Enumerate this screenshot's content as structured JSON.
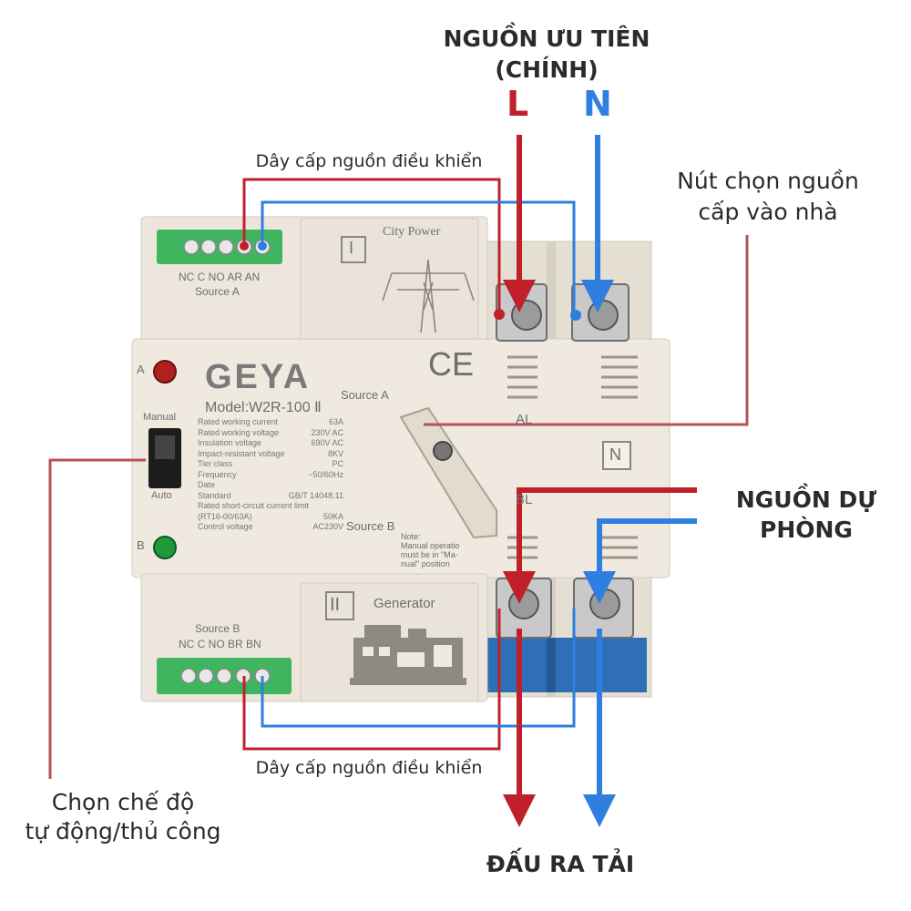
{
  "labels": {
    "priority_source_1": "NGUỒN ƯU TIÊN",
    "priority_source_2": "(CHÍNH)",
    "L": "L",
    "N": "N",
    "control_wire_top": "Dây cấp nguồn điều khiển",
    "control_wire_bottom": "Dây cấp nguồn điều khiển",
    "selector_1": "Nút chọn nguồn",
    "selector_2": "cấp vào nhà",
    "backup_1": "NGUỒN DỰ",
    "backup_2": "PHÒNG",
    "mode_1": "Chọn chế độ",
    "mode_2": "tự động/thủ công",
    "load_output": "ĐẤU RA TẢI"
  },
  "device": {
    "brand": "GEYA",
    "model": "Model:W2R-100 Ⅱ",
    "ce": "CE",
    "city_power": "City Power",
    "generator": "Generator",
    "roman_1": "I",
    "roman_2": "II",
    "terminals_a": "NC C NO AR AN",
    "source_a_small": "Source A",
    "terminals_b": "NC C NO BR BN",
    "source_b_small": "Source B",
    "source_a": "Source A",
    "source_b": "Source B",
    "indicator_a": "A",
    "indicator_b": "B",
    "manual": "Manual",
    "auto": "Auto",
    "al": "AL",
    "bl": "BL",
    "n_mark": "N",
    "note": "Note:",
    "note_2": "Manual operatio",
    "note_3": "must be in \"Ma-",
    "note_4": "nual\" position",
    "specs": [
      {
        "k": "Rated working current",
        "v": "63A"
      },
      {
        "k": "Rated working voltage",
        "v": "230V AC"
      },
      {
        "k": "Insulation voltage",
        "v": "690V AC"
      },
      {
        "k": "Impact-resistant voltage",
        "v": "8KV"
      },
      {
        "k": "Tier class",
        "v": "PC"
      },
      {
        "k": "Frequency",
        "v": "~50/60Hz"
      },
      {
        "k": "Date",
        "v": ""
      },
      {
        "k": "Standard",
        "v": "GB/T 14048.11"
      },
      {
        "k": "Rated short-circuit current limit",
        "v": ""
      },
      {
        "k": "(RT16-00/63A)",
        "v": "50KA"
      },
      {
        "k": "Control voltage",
        "v": "AC230V"
      }
    ]
  },
  "colors": {
    "line_red": "#c0202a",
    "neutral_blue": "#2f7fe0",
    "terminal_green": "#3fb560",
    "body": "#ece6dc",
    "base_blue": "#2f6fb5"
  }
}
